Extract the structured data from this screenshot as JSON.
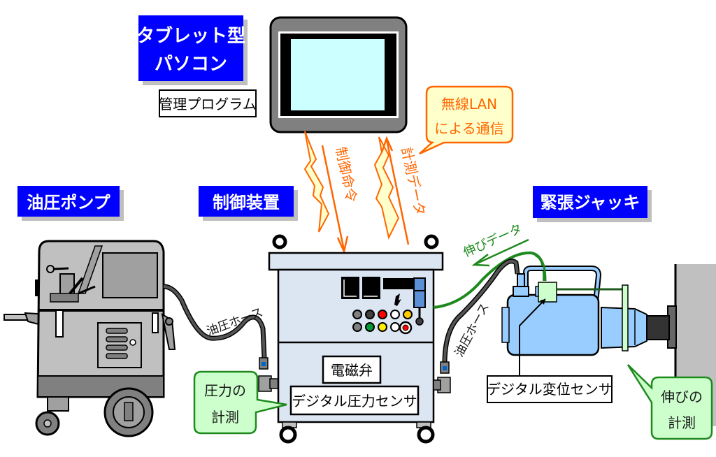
{
  "titles": {
    "tablet_line1": "タブレット型",
    "tablet_line2": "パソコン",
    "pump": "油圧ポンプ",
    "controller": "制御装置",
    "jack": "緊張ジャッキ"
  },
  "labels": {
    "management_program": "管理プログラム",
    "solenoid_valve": "電磁弁",
    "digital_pressure_sensor": "デジタル圧力センサ",
    "digital_displacement_sensor": "デジタル変位センサ",
    "hydraulic_hose_left": "油圧ホース",
    "hydraulic_hose_right": "油圧ホース"
  },
  "signals": {
    "control_command": "制御命令",
    "measurement_data": "計測データ",
    "elongation_data": "伸びデータ"
  },
  "callouts": {
    "wireless_line1": "無線LAN",
    "wireless_line2": "による通信",
    "pressure_line1": "圧力の",
    "pressure_line2": "計測",
    "elongation_line1": "伸びの",
    "elongation_line2": "計測"
  },
  "colors": {
    "title_bg": "#0000ff",
    "signal_orange": "#ff6600",
    "callout_orange_bg": "#ffffcc",
    "callout_green_bg": "#ccffcc",
    "callout_green_border": "#1e8a1e",
    "screen": "#ccffff",
    "controller_body": "#dce6f2",
    "jack_body": "#99ccff"
  }
}
